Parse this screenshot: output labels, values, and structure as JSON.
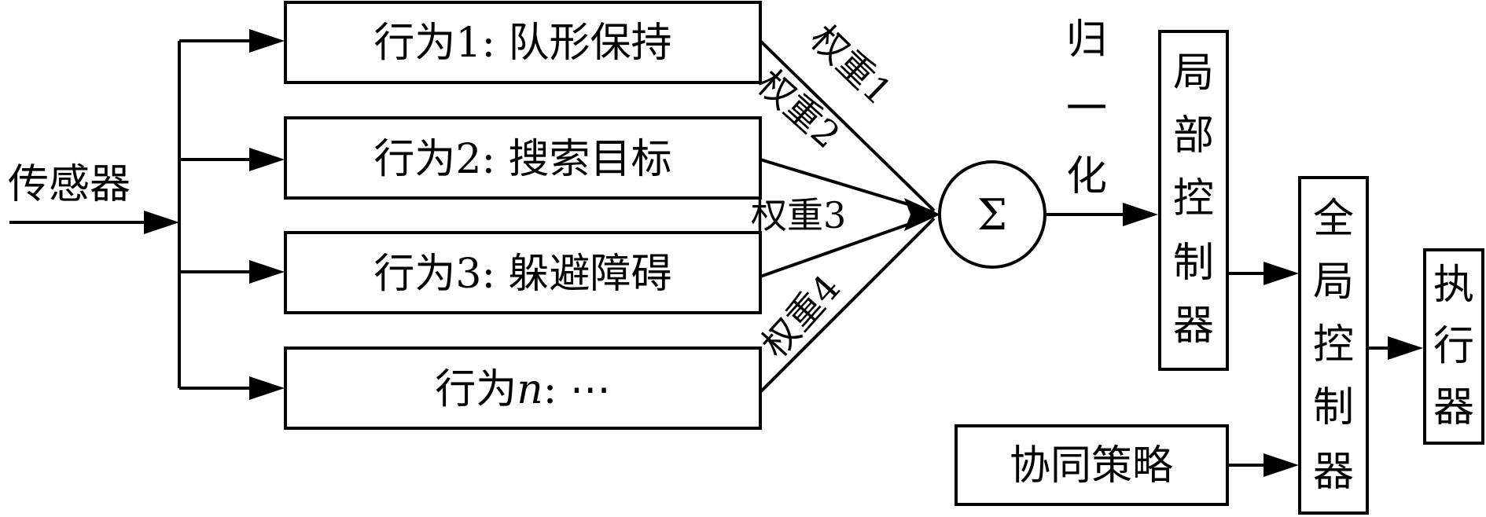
{
  "sensor_label": "传感器",
  "behaviors": [
    {
      "label": "行为1: 队形保持"
    },
    {
      "label": "行为2: 搜索目标"
    },
    {
      "label": "行为3: 躲避障碍"
    },
    {
      "label_prefix": "行为",
      "label_var": "n",
      "label_suffix": ": ⋯"
    }
  ],
  "weights": [
    "权重1",
    "权重2",
    "权重3",
    "权重4"
  ],
  "sum_symbol": "Σ",
  "normalize_chars": [
    "归",
    "一",
    "化"
  ],
  "local_controller_chars": [
    "局",
    "部",
    "控",
    "制",
    "器"
  ],
  "global_controller_chars": [
    "全",
    "局",
    "控",
    "制",
    "器"
  ],
  "actuator_chars": [
    "执",
    "行",
    "器"
  ],
  "coop_strategy": "协同策略"
}
